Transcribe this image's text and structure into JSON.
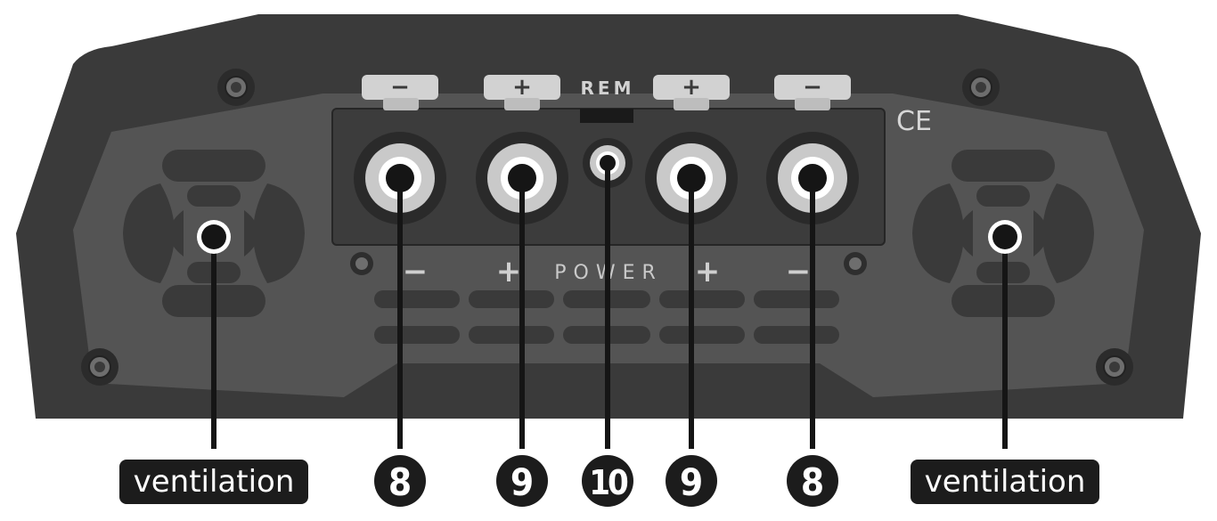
{
  "panel": {
    "rem_label": "REM",
    "power_label": "POWER",
    "ce_mark": "CE",
    "top_tabs": [
      "−",
      "+",
      "+",
      "−"
    ],
    "bottom_signs": [
      "−",
      "+",
      "+",
      "−"
    ]
  },
  "callouts": {
    "ventilation_left": "ventilation",
    "ventilation_right": "ventilation",
    "negative_left": "8",
    "positive_left": "9",
    "remote": "10",
    "positive_right": "9",
    "negative_right": "8"
  },
  "colors": {
    "body_dark": "#3a3a3a",
    "face_gray": "#555555",
    "terminal_gray": "#c9c9c9",
    "tab_gray": "#d2d2d2",
    "callout_black": "#1c1c1c"
  }
}
